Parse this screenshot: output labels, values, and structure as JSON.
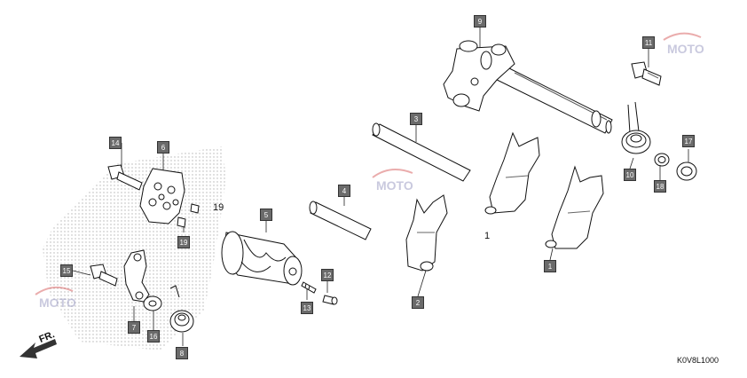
{
  "diagram": {
    "part_numbers": [
      "1",
      "2",
      "3",
      "4",
      "5",
      "6",
      "7",
      "8",
      "9",
      "10",
      "11",
      "12",
      "13",
      "14",
      "15",
      "16",
      "17",
      "18",
      "19"
    ],
    "plain_labels": {
      "item_1_free": "1",
      "item_19_free": "19"
    },
    "direction_label": "FR.",
    "drawing_code": "K0V8L1000",
    "watermark_text": "MOTO"
  }
}
